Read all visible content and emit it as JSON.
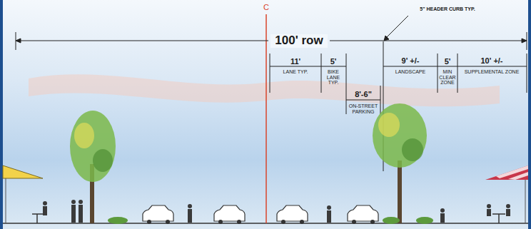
{
  "diagram": {
    "labels": [
      "100' row",
      "C",
      "5\" HEADER CURB TYP.",
      "11'",
      "LANE TYP.",
      "5'",
      "BIKE LANE TYP.",
      "8'-6\"",
      "ON-STREET PARKING",
      "9' +/-",
      "LANDSCAPE",
      "5'",
      "MIN CLEAR ZONE",
      "10' +/-",
      "SUPPLEMENTAL ZONE"
    ]
  }
}
